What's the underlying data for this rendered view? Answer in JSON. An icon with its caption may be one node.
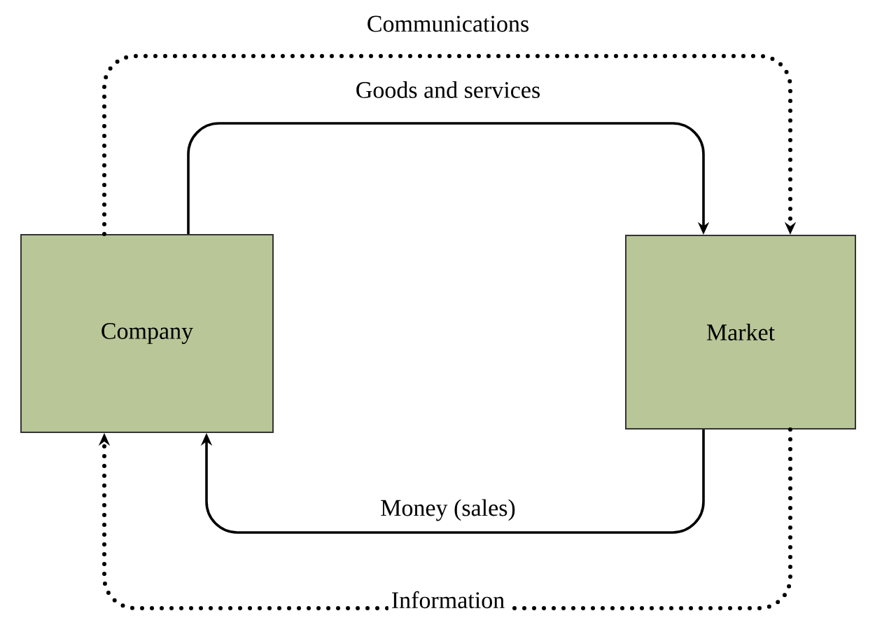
{
  "diagram": {
    "nodes": [
      {
        "text": [
          "Company"
        ]
      },
      {
        "text": [
          "Market"
        ]
      }
    ],
    "edges": [
      {
        "from": 0,
        "to": 1,
        "arrow": "to",
        "label": "Goods and services"
      },
      {
        "from": 1,
        "to": 0,
        "arrow": "to",
        "label": "Money (sales)"
      },
      {
        "from": 0,
        "to": 1,
        "arrow": "to",
        "label": "Communications",
        "style": "dashed"
      },
      {
        "from": 1,
        "to": 0,
        "arrow": "to",
        "label": "Information",
        "style": "dashed"
      }
    ]
  }
}
